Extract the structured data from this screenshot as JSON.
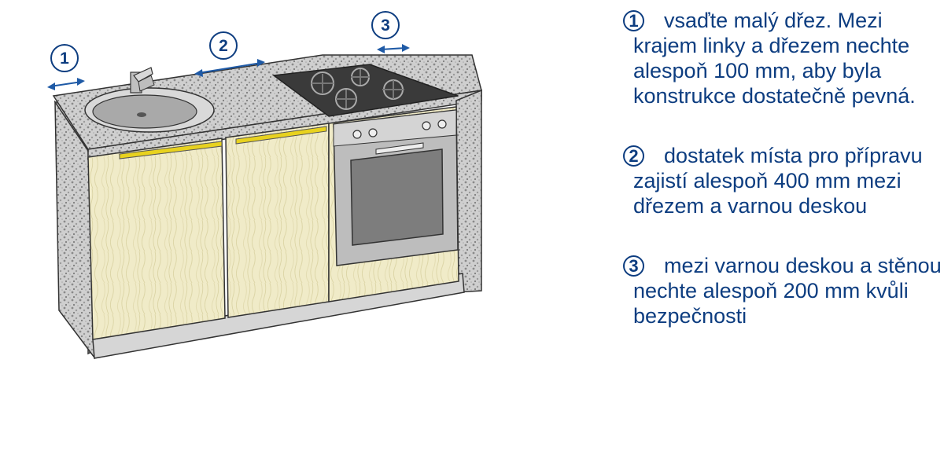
{
  "markers": [
    {
      "number": "1"
    },
    {
      "number": "2"
    },
    {
      "number": "3"
    }
  ],
  "notes": [
    {
      "number": "1",
      "text": "vsaďte malý dřez. Mezi krajem linky a dřezem nechte alespoň 100 mm, aby byla konstrukce dostatečně pevná."
    },
    {
      "number": "2",
      "text": "dostatek místa pro přípravu zajistí alespoň 400 mm mezi dřezem a varnou deskou"
    },
    {
      "number": "3",
      "text": "mezi varnou deskou a stěnou nechte alespoň 200 mm kvůli bezpečnosti"
    }
  ],
  "colors": {
    "text": "#0d3d80",
    "arrow": "#1f5aa6",
    "front": "#efeac4",
    "countertop": "#c9c9c9",
    "plinth": "#d6d6d6",
    "handle": "#e8d21f"
  },
  "icons": {
    "cabinet": "kitchen-unit-illustration",
    "arrow": "double-arrow"
  }
}
